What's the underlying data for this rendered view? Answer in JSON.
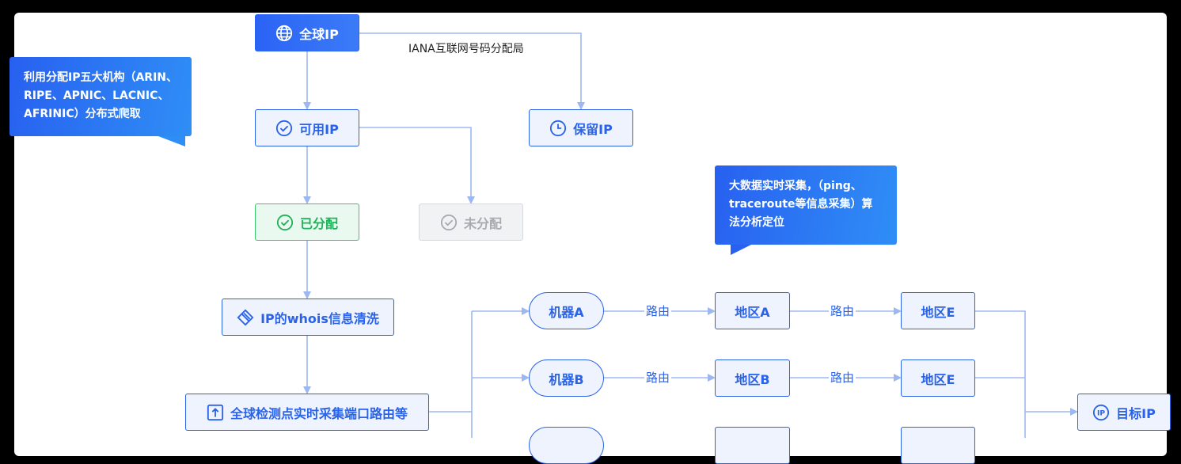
{
  "nodes": {
    "global_ip": "全球IP",
    "available_ip": "可用IP",
    "reserved_ip": "保留IP",
    "allocated": "已分配",
    "unallocated": "未分配",
    "whois_clean": "IP的whois信息清洗",
    "global_probe": "全球检测点实时采集端口路由等",
    "machine_a": "机器A",
    "machine_b": "机器B",
    "region_a": "地区A",
    "region_b": "地区B",
    "region_e1": "地区E",
    "region_e2": "地区E",
    "target_ip": "目标IP"
  },
  "edge_labels": {
    "iana": "IANA互联网号码分配局",
    "route1": "路由",
    "route2": "路由",
    "route3": "路由",
    "route4": "路由"
  },
  "callouts": {
    "rir": "利用分配IP五大机构（ARIN、RIPE、APNIC、LACNIC、AFRINIC）分布式爬取",
    "bigdata": "大数据实时采集，（ping、traceroute等信息采集）算法分析定位"
  },
  "colors": {
    "primary": "#2a62e8",
    "success": "#1fb25a",
    "muted": "#a7aab0",
    "edge": "#9db8f0"
  }
}
